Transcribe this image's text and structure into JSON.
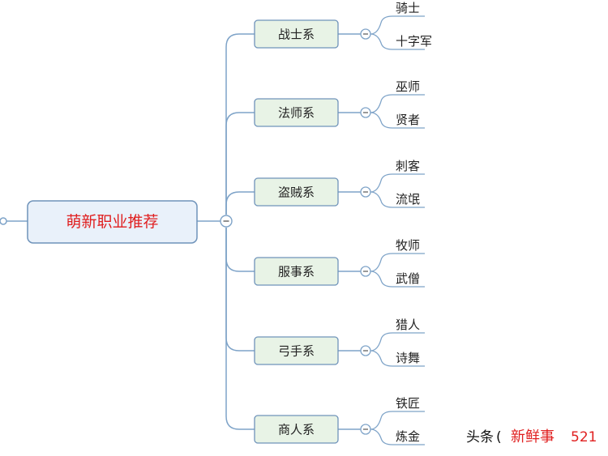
{
  "root": {
    "label": "萌新职业推荐"
  },
  "branches": [
    {
      "label": "战士系",
      "children": [
        "骑士",
        "十字军"
      ]
    },
    {
      "label": "法师系",
      "children": [
        "巫师",
        "贤者"
      ]
    },
    {
      "label": "盗贼系",
      "children": [
        "刺客",
        "流氓"
      ]
    },
    {
      "label": "服事系",
      "children": [
        "牧师",
        "武僧"
      ]
    },
    {
      "label": "弓手系",
      "children": [
        "猎人",
        "诗舞"
      ]
    },
    {
      "label": "商人系",
      "children": [
        "铁匠",
        "炼金"
      ]
    }
  ],
  "watermark": {
    "prefix": "头条",
    "mark": "(",
    "name": "新鲜事",
    "number": "521"
  },
  "colors": {
    "line": "#7ea3c8",
    "node_fill": "#e8f3e6",
    "node_stroke": "#6f93ba",
    "root_fill": "#e9f1fa",
    "root_stroke": "#6f93ba",
    "root_text": "#e02020",
    "collapse_fill": "#ffffff"
  },
  "icons": {
    "collapse": "minus-circle-icon",
    "expand_handle": "open-circle-icon"
  }
}
